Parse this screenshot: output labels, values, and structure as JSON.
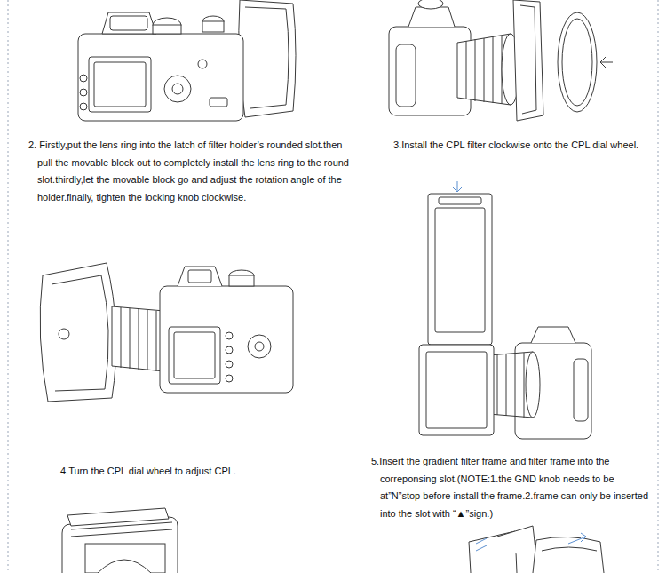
{
  "diagram": {
    "labels": [
      "2. Firstly,put the lens ring into the latch of filter holder’s rounded slot.then pull the movable block out to completely install the lens ring to the round slot.thirdly,let the movable block go and adjust the rotation angle of the holder.finally, tighten the locking knob clockwise.",
      "3.Install the CPL filter clockwise onto the CPL dial wheel.",
      "4.Turn the CPL dial wheel to adjust CPL.",
      "5.Insert the gradient filter frame and filter frame into the correponsing slot.(NOTE:1.the GND knob needs to be at”N”stop before install the frame.2.frame can only be inserted into the slot with “▲”sign.)"
    ]
  }
}
